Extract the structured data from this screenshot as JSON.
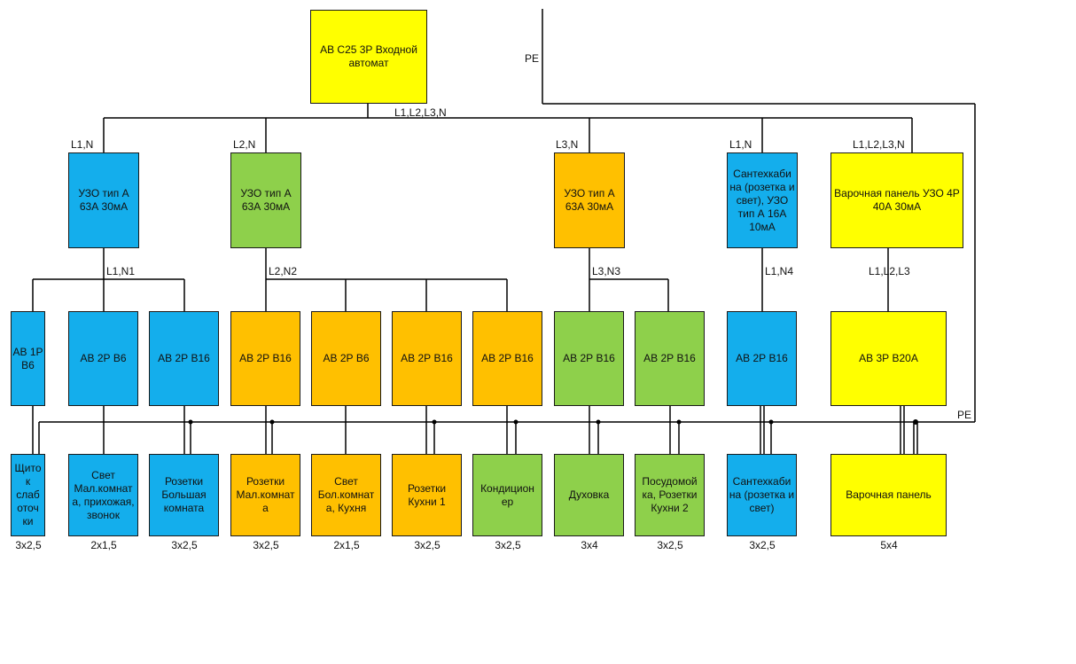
{
  "colors": {
    "yellow": "#ffff00",
    "blue": "#14aeec",
    "green": "#8ed04b",
    "orange": "#ffc000",
    "line": "#000000"
  },
  "main": {
    "label": "АВ С25 3Р Входной автомат",
    "bus_label": "L1,L2,L3,N",
    "pe_label": "PE",
    "pe2_label": "PE"
  },
  "rcds": [
    {
      "label": "УЗО тип А 63А 30мА",
      "phase": "L1,N",
      "out": "L1,N1",
      "color": "blue"
    },
    {
      "label": "УЗО тип А 63А 30мА",
      "phase": "L2,N",
      "out": "L2,N2",
      "color": "green"
    },
    {
      "label": "УЗО тип А 63А 30мА",
      "phase": "L3,N",
      "out": "L3,N3",
      "color": "orange"
    },
    {
      "label": "Сантехкаби на (розетка и свет), УЗО тип А 16А 10мА",
      "phase": "L1,N",
      "out": "L1,N4",
      "color": "blue"
    },
    {
      "label": "Варочная панель УЗО 4Р 40А 30мА",
      "phase": "L1,L2,L3,N",
      "out": "L1,L2,L3",
      "color": "yellow"
    }
  ],
  "breakers": [
    {
      "label": "АВ 1Р В6",
      "color": "blue"
    },
    {
      "label": "АВ 2Р В6",
      "color": "blue"
    },
    {
      "label": "АВ 2Р В16",
      "color": "blue"
    },
    {
      "label": "АВ 2Р В16",
      "color": "orange"
    },
    {
      "label": "АВ 2Р В6",
      "color": "orange"
    },
    {
      "label": "АВ 2Р В16",
      "color": "orange"
    },
    {
      "label": "АВ 2Р В16",
      "color": "orange"
    },
    {
      "label": "АВ 2Р В16",
      "color": "green"
    },
    {
      "label": "АВ 2Р В16",
      "color": "green"
    },
    {
      "label": "АВ 2Р В16",
      "color": "blue"
    },
    {
      "label": "АВ 3Р В20А",
      "color": "yellow"
    }
  ],
  "loads": [
    {
      "label": "Щито к слаб оточ ки",
      "cable": "3х2,5",
      "color": "blue"
    },
    {
      "label": "Свет Мал.комнат а, прихожая, звонок",
      "cable": "2х1,5",
      "color": "blue"
    },
    {
      "label": "Розетки Большая комната",
      "cable": "3х2,5",
      "color": "blue"
    },
    {
      "label": "Розетки Мал.комнат а",
      "cable": "3х2,5",
      "color": "orange"
    },
    {
      "label": "Свет Бол.комнат а, Кухня",
      "cable": "2х1,5",
      "color": "orange"
    },
    {
      "label": "Розетки Кухни 1",
      "cable": "3х2,5",
      "color": "orange"
    },
    {
      "label": "Кондицион ер",
      "cable": "3х2,5",
      "color": "green"
    },
    {
      "label": "Духовка",
      "cable": "3х4",
      "color": "green"
    },
    {
      "label": "Посудомой ка, Розетки Кухни 2",
      "cable": "3х2,5",
      "color": "green"
    },
    {
      "label": "Сантехкаби на (розетка и свет)",
      "cable": "3х2,5",
      "color": "blue"
    },
    {
      "label": "Варочная панель",
      "cable": "5х4",
      "color": "yellow"
    }
  ]
}
